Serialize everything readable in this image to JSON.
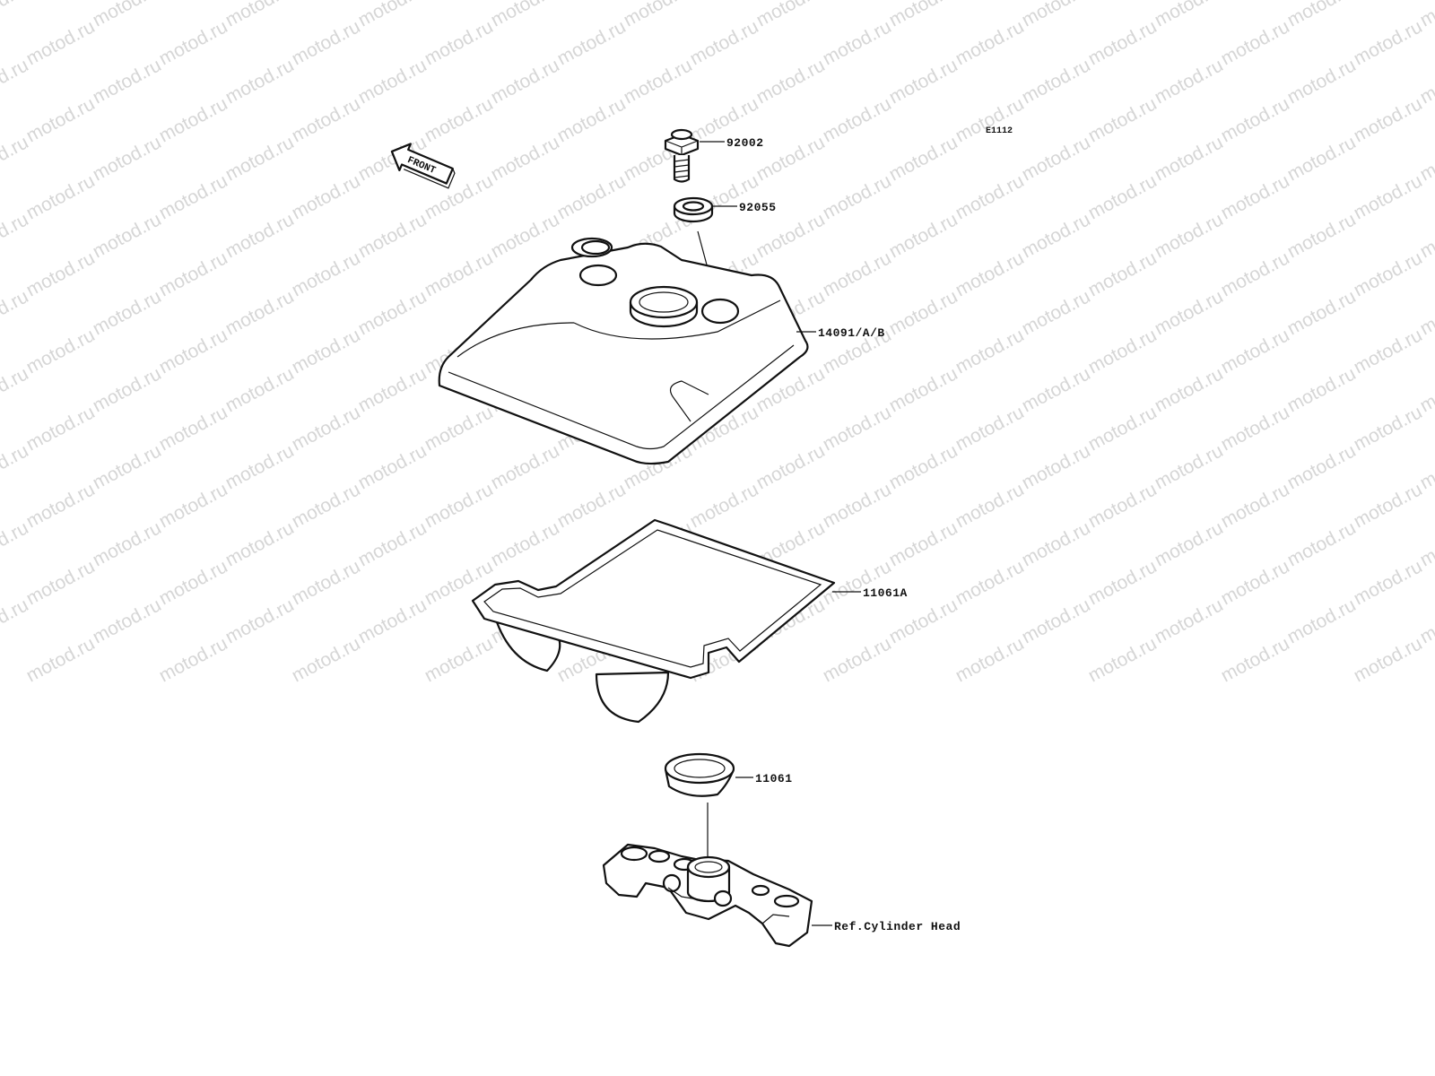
{
  "watermark": {
    "text": "motod.ru",
    "color": "#d6d6d6"
  },
  "diagram_code": "E1112",
  "front_arrow": {
    "label": "FRONT",
    "icon": "front-arrow-icon"
  },
  "parts": [
    {
      "id": "bolt",
      "number": "92002"
    },
    {
      "id": "washer",
      "number": "92055"
    },
    {
      "id": "cylinder-head-cover",
      "number": "14091/A/B"
    },
    {
      "id": "cover-gasket",
      "number": "11061A"
    },
    {
      "id": "plug-hole-gasket",
      "number": "11061"
    },
    {
      "id": "cylinder-head",
      "number": "Ref.Cylinder Head"
    }
  ]
}
